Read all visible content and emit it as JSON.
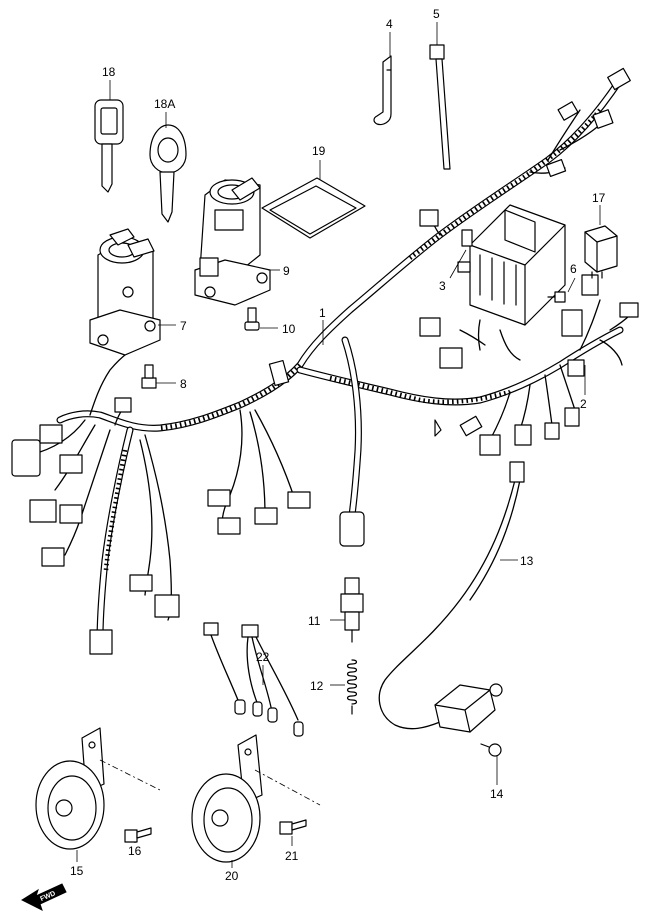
{
  "callouts": [
    {
      "label": "4"
    },
    {
      "label": "5"
    },
    {
      "label": "18"
    },
    {
      "label": "18A"
    },
    {
      "label": "19"
    },
    {
      "label": "17"
    },
    {
      "label": "9"
    },
    {
      "label": "7"
    },
    {
      "label": "10"
    },
    {
      "label": "1"
    },
    {
      "label": "3"
    },
    {
      "label": "6"
    },
    {
      "label": "8"
    },
    {
      "label": "2"
    },
    {
      "label": "13"
    },
    {
      "label": "11"
    },
    {
      "label": "22"
    },
    {
      "label": "12"
    },
    {
      "label": "14"
    },
    {
      "label": "15"
    },
    {
      "label": "16"
    },
    {
      "label": "20"
    },
    {
      "label": "21"
    }
  ],
  "fwd_label": "FWD"
}
